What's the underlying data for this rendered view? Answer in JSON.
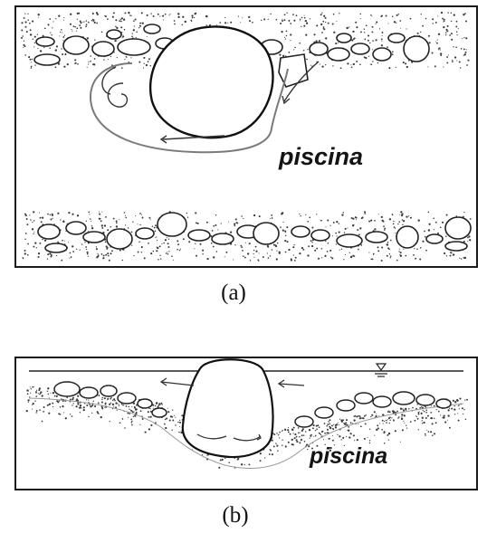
{
  "figure": {
    "panel_a": {
      "pool_label": "piscina",
      "caption": "(a)"
    },
    "panel_b": {
      "pool_label": "piscina",
      "caption": "(b)"
    }
  }
}
